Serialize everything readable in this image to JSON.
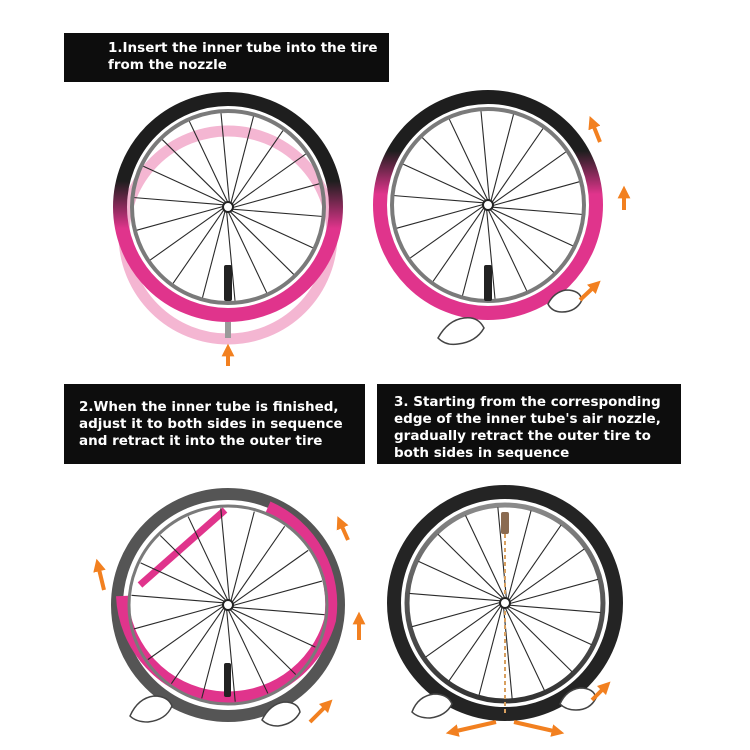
{
  "steps": [
    {
      "lines": [
        "1.Insert the inner tube into the tire",
        "from the nozzle"
      ]
    },
    {
      "lines": [
        "2.When the inner tube is finished,",
        "adjust it to both sides in sequence",
        "and retract it into the outer tire"
      ]
    },
    {
      "lines": [
        "3. Starting from the corresponding",
        "edge of the inner tube's air nozzle,",
        "gradually retract the outer tire to",
        "both sides in sequence"
      ]
    }
  ],
  "colors": {
    "tire_black": "#1e1e1e",
    "tire_gray": "#6e6e6e",
    "tube_pink": "#e0348c",
    "tube_light_pink": "#f4b6d2",
    "arrow_orange": "#f28020",
    "caption_bg": "#0d0d0d",
    "caption_text": "#ffffff"
  }
}
